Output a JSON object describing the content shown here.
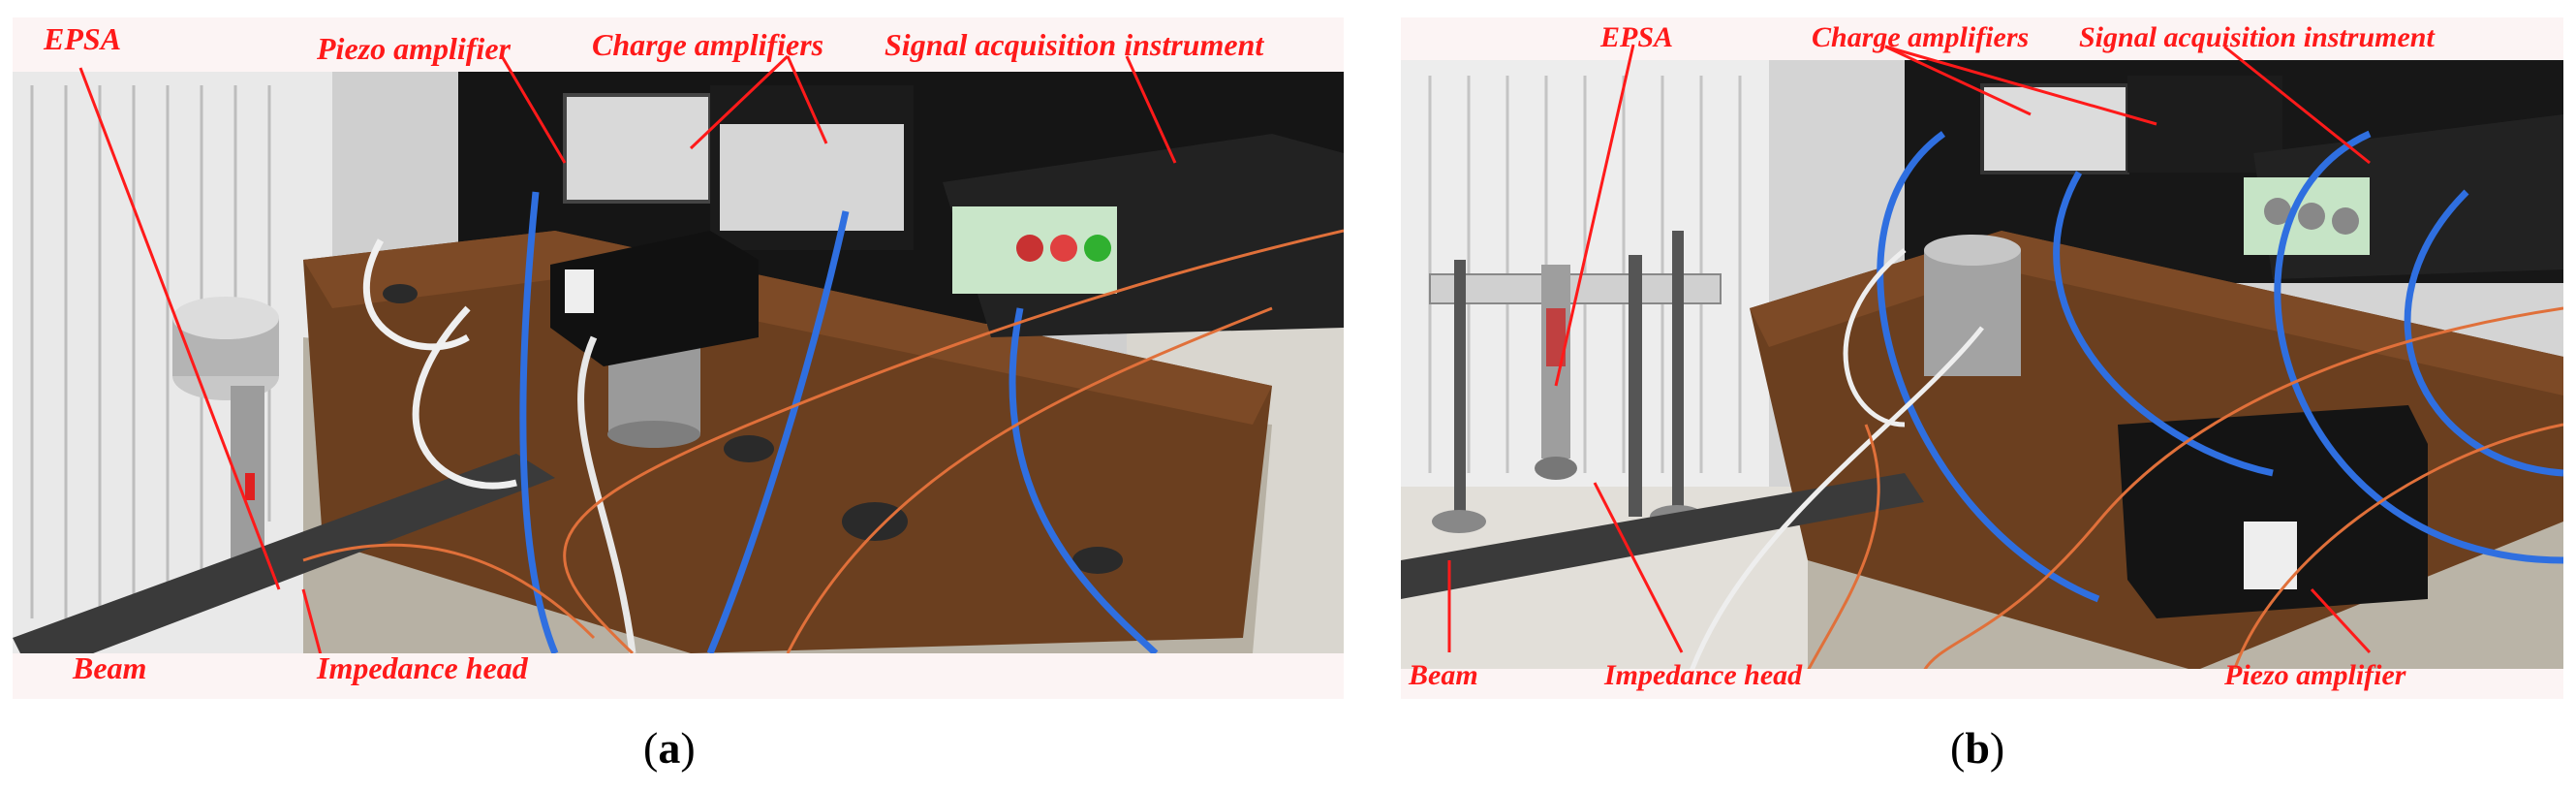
{
  "panels": [
    {
      "id": "a",
      "caption_letter": "a",
      "labels": {
        "epsa": "EPSA",
        "piezo_amplifier": "Piezo amplifier",
        "charge_amplifiers": "Charge amplifiers",
        "signal_acquisition": "Signal acquisition instrument",
        "beam": "Beam",
        "impedance_head": "Impedance head"
      }
    },
    {
      "id": "b",
      "caption_letter": "b",
      "labels": {
        "epsa": "EPSA",
        "charge_amplifiers": "Charge amplifiers",
        "signal_acquisition": "Signal acquisition instrument",
        "beam": "Beam",
        "impedance_head": "Impedance head",
        "piezo_amplifier": "Piezo amplifier"
      }
    }
  ],
  "colors": {
    "annotation": "#ff1a1a",
    "wood": "#6b3f1f",
    "concrete": "#b7b1a4",
    "blue_cable": "#2f6fe0",
    "orange_cable": "#e0703a",
    "instrument_body": "#1e1e1e"
  }
}
